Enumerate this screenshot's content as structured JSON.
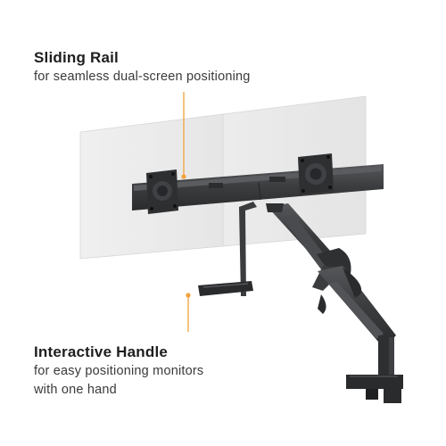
{
  "callouts": {
    "rail": {
      "title": "Sliding Rail",
      "description": "for seamless dual-screen positioning"
    },
    "handle": {
      "title": "Interactive Handle",
      "description_line1": "for easy positioning monitors",
      "description_line2": "with one hand"
    }
  },
  "colors": {
    "accent": "#f2a23c",
    "arm": "#3b3c3e",
    "screen": "#ececec"
  },
  "icons": [
    "leader-line",
    "vesa-plate",
    "clamp"
  ]
}
